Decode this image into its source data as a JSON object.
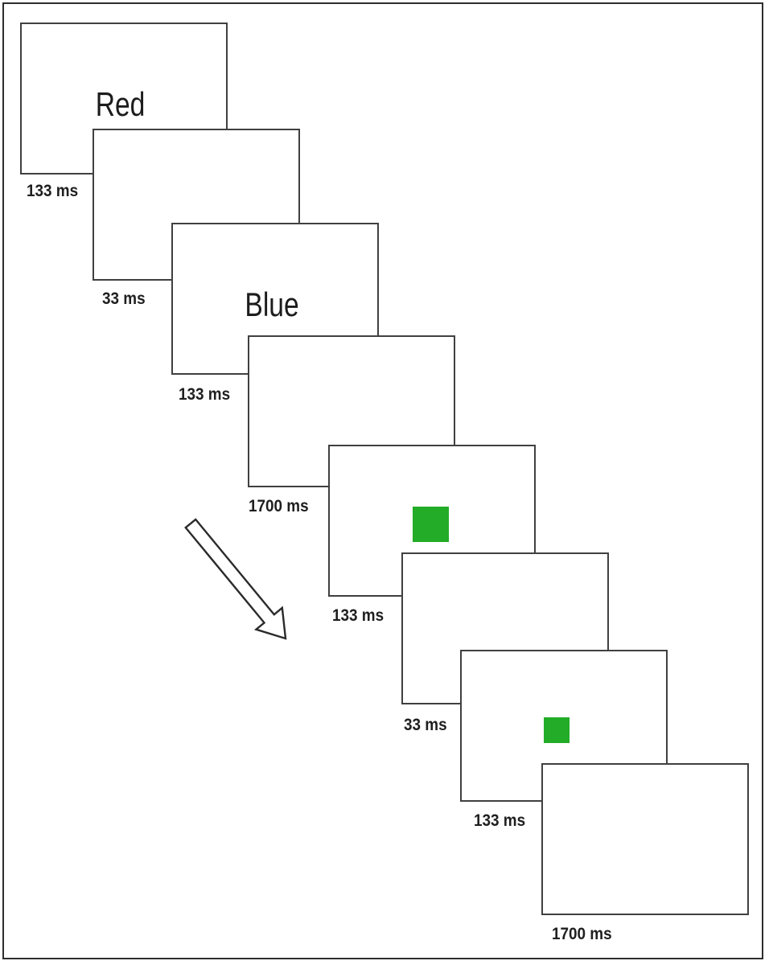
{
  "screens": [
    {
      "name": "word-red",
      "type": "word",
      "content": "Red",
      "duration": "133 ms"
    },
    {
      "name": "blank-1",
      "type": "blank",
      "content": "",
      "duration": "33 ms"
    },
    {
      "name": "word-blue",
      "type": "word",
      "content": "Blue",
      "duration": "133 ms"
    },
    {
      "name": "blank-2",
      "type": "blank",
      "content": "",
      "duration": "1700 ms"
    },
    {
      "name": "target-large",
      "type": "green-square-large",
      "content": "",
      "duration": "133 ms"
    },
    {
      "name": "blank-3",
      "type": "blank",
      "content": "",
      "duration": "33 ms"
    },
    {
      "name": "target-small",
      "type": "green-square-small",
      "content": "",
      "duration": "133 ms"
    },
    {
      "name": "blank-4",
      "type": "blank",
      "content": "",
      "duration": "1700 ms"
    }
  ],
  "icons": {
    "sequence_arrow": "arrow-down-right"
  },
  "colors": {
    "stimulus_green": "#22ac27",
    "screen_outline": "#404040",
    "frame_border": "#2e2e2e",
    "text": "#1f1f1f",
    "background": "#ffffff"
  }
}
